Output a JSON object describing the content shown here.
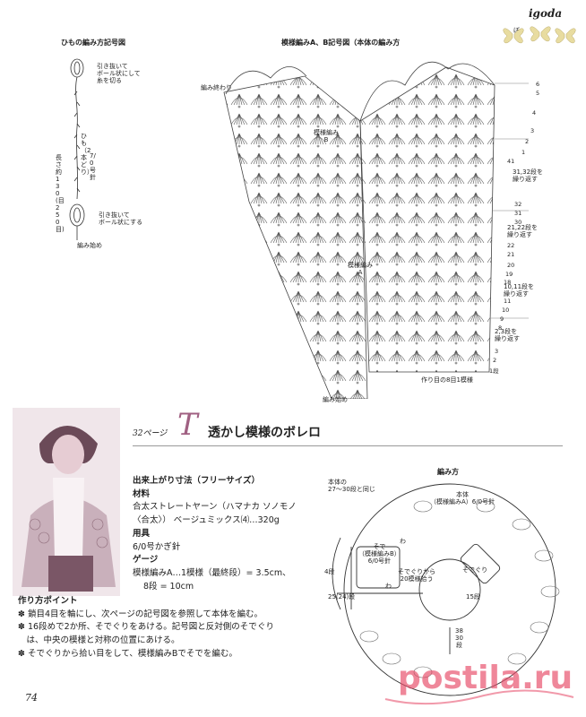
{
  "header": {
    "logo": "igoda",
    "logo_sub": "ぼ"
  },
  "cord_diagram": {
    "title": "ひもの編み方記号図",
    "label_top": "引き抜いて ボール状にして 糸を切る",
    "label_top_1": "引き抜いて",
    "label_top_2": "ボール状にして",
    "label_top_3": "糸を切る",
    "label_cord_1": "ひも（2本どり）",
    "label_cord_2": "7/0号針",
    "label_length_1": "長さ約",
    "label_length_2": "130",
    "label_length_3": "(目",
    "label_length_4": "250",
    "label_length_5": "目)",
    "label_bottom_1": "引き抜いて",
    "label_bottom_2": "ボール状にする",
    "label_start": "編み始め"
  },
  "pattern_diagram": {
    "title": "模様編みA、B記号図（本体の編み方",
    "label_end": "編み終わり",
    "label_b_1": "模様編み",
    "label_b_2": "B",
    "label_a_1": "模様編み",
    "label_a_2": "A",
    "label_start": "編み始め",
    "label_chain": "作り目の8目1模様",
    "rows_b": [
      "6",
      "5",
      "4",
      "3",
      "2",
      "1",
      "41"
    ],
    "rows_a": [
      "32",
      "31",
      "30",
      "22",
      "21",
      "20",
      "19",
      "18",
      "11",
      "10",
      "9",
      "8",
      "3",
      "2",
      "1段"
    ],
    "repeat_1": "31,32段を",
    "repeat_1b": "繰り返す",
    "repeat_2": "21,22段を",
    "repeat_2b": "繰り返す",
    "repeat_3": "10,11段を",
    "repeat_3b": "繰り返す",
    "repeat_4": "2,3段を",
    "repeat_4b": "繰り返す"
  },
  "article": {
    "page_ref": "32ページ",
    "letter": "T",
    "title": "透かし模様のボレロ",
    "size_heading": "出来上がり寸法（フリーサイズ）",
    "materials_heading": "材料",
    "materials_1": "合太ストレートヤーン（ハマナカ ソノモノ",
    "materials_2": "〈合太〉） ベージュミックス⑷…320g",
    "tools_heading": "用具",
    "tools_1": "6/0号かぎ針",
    "gauge_heading": "ゲージ",
    "gauge_1": "模様編みA…1模様（最終段）= 3.5cm、",
    "gauge_2": "8段 = 10cm",
    "points_heading": "作り方ポイント",
    "points_1": "✽ 鎖目4目を輪にし、次ページの記号図を参照して本体を編む。",
    "points_2": "✽ 16段めで2か所、そでぐりをあける。記号図と反対側のそでぐり",
    "points_3": "　は、中央の模様と対称の位置にあける。",
    "points_4": "✽ そでぐりから拾い目をして、模様編みBでそでを編む。"
  },
  "construction": {
    "title": "編み方",
    "label_body_note_1": "本体の",
    "label_body_note_2": "27〜30段と同じ",
    "label_body_1": "本体",
    "label_body_2": "（模様編みA）6/0号針",
    "label_sleeve_1": "そで",
    "label_sleeve_2": "（模様編みB）",
    "label_sleeve_3": "6/0号針",
    "label_armhole_1": "そでぐりから",
    "label_armhole_2": "20模様拾う",
    "label_armhole_3": "そでぐり",
    "label_4": "4段",
    "label_25": "25(24)段",
    "label_15": "15段",
    "label_38": "38",
    "label_30": "30",
    "label_dan": "段",
    "label_wa": "わ",
    "label_wa2": "わ"
  },
  "footer": {
    "page_number": "74",
    "watermark": "postila.ru"
  }
}
